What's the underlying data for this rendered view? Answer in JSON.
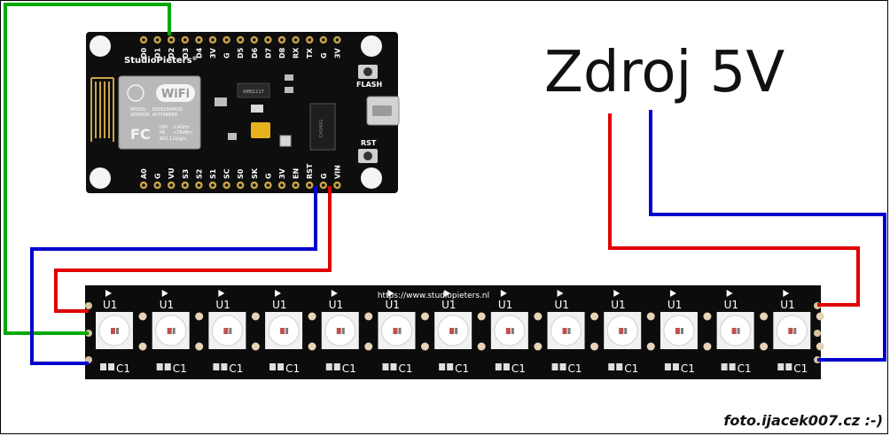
{
  "power_supply": {
    "title": "Zdroj 5V"
  },
  "board": {
    "brand": "StudioPieters",
    "brand_suffix": "®",
    "wifi_logo": "WiFi",
    "module_lines": [
      "MODEL",
      "VENDOR",
      "ESP8266MOD",
      "AI-THINKER"
    ],
    "module_specs": [
      "ISM",
      "PA",
      "2.4GHz",
      "+25dBm",
      "802.11b/g/n"
    ],
    "regulator_label": "AMS1117",
    "chip_label": "CH340G",
    "button_flash": "FLASH",
    "button_rst": "RST",
    "top_pins": [
      "D0",
      "D1",
      "D2",
      "D3",
      "D4",
      "3V",
      "G",
      "D5",
      "D6",
      "D7",
      "D8",
      "RX",
      "TX",
      "G",
      "3V"
    ],
    "bottom_pins": [
      "A0",
      "G",
      "VU",
      "S3",
      "S2",
      "S1",
      "SC",
      "S0",
      "SK",
      "G",
      "3V",
      "EN",
      "RST",
      "G",
      "VIN"
    ]
  },
  "strip": {
    "url": "https://www.studiopieters.nl",
    "led_count": 13,
    "led_label": "U1",
    "cap_label": "C1"
  },
  "wires": {
    "data_color": "#00aa00",
    "power_color": "#e00000",
    "ground_color": "#0000cc"
  },
  "credit": "foto.ijacek007.cz :-)"
}
